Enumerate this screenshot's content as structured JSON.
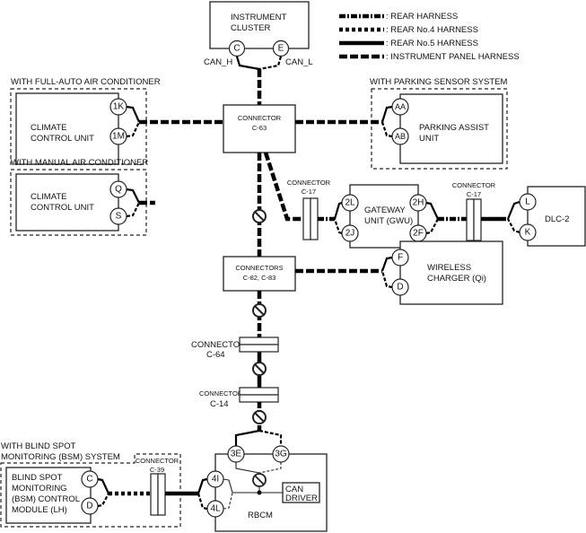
{
  "legend": [
    {
      "style": "rear",
      "label": ": REAR HARNESS"
    },
    {
      "style": "r4",
      "label": ": REAR No.4 HARNESS"
    },
    {
      "style": "r5",
      "label": ": REAR No.5 HARNESS"
    },
    {
      "style": "ip",
      "label": ": INSTRUMENT PANEL HARNESS"
    }
  ],
  "instrument_cluster": {
    "name_line1": "INSTRUMENT",
    "name_line2": "CLUSTER",
    "pin_h": "C",
    "pin_l": "E",
    "can_h_label": "CAN_H",
    "can_l_label": "CAN_L"
  },
  "full_auto_ac": {
    "group_label": "WITH FULL-AUTO AIR CONDITIONER",
    "name_line1": "CLIMATE",
    "name_line2": "CONTROL UNIT",
    "pin_h": "1K",
    "pin_l": "1M"
  },
  "manual_ac": {
    "group_label": "WITH MANUAL AIR CONDITIONER",
    "name_line1": "CLIMATE",
    "name_line2": "CONTROL UNIT",
    "pin_h": "Q",
    "pin_l": "S"
  },
  "parking": {
    "group_label": "WITH PARKING SENSOR SYSTEM",
    "name_line1": "PARKING ASSIST",
    "name_line2": "UNIT",
    "pin_h": "AA",
    "pin_l": "AB"
  },
  "connector_c63": {
    "line1": "CONNECTOR",
    "line2": "C-63"
  },
  "connector_c17a": {
    "line1": "CONNECTOR",
    "line2": "C-17"
  },
  "connector_c17b": {
    "line1": "CONNECTOR",
    "line2": "C-17"
  },
  "gateway": {
    "name_line1": "GATEWAY",
    "name_line2": "UNIT (GWU)",
    "pin_2l": "2L",
    "pin_2j": "2J",
    "pin_2h": "2H",
    "pin_2f": "2F"
  },
  "dlc2": {
    "name": "DLC-2",
    "pin_h": "L",
    "pin_l": "K"
  },
  "connectors_c82_c83": {
    "line1": "CONNECTORS",
    "line2": "C-82, C-83"
  },
  "wireless_charger": {
    "name_line1": "WIRELESS",
    "name_line2": "CHARGER (Qi)",
    "pin_h": "F",
    "pin_l": "D"
  },
  "connector_c64": {
    "line1": "CONNECTOR",
    "line2": "C-64"
  },
  "connector_c14": {
    "line1": "CONNECTOR",
    "line2": "C-14"
  },
  "bsm": {
    "group_label_line1": "WITH BLIND SPOT",
    "group_label_line2": "MONITORING (BSM) SYSTEM",
    "name_line1": "BLIND SPOT",
    "name_line2": "MONITORING",
    "name_line3": "(BSM) CONTROL",
    "name_line4": "MODULE (LH)",
    "pin_h": "C",
    "pin_l": "D"
  },
  "connector_c39": {
    "line1": "CONNECTOR",
    "line2": "C-39"
  },
  "rbcm": {
    "name": "RBCM",
    "pin_3e": "3E",
    "pin_3g": "3G",
    "pin_4i": "4I",
    "pin_4l": "4L",
    "can_driver_line1": "CAN",
    "can_driver_line2": "DRIVER"
  }
}
